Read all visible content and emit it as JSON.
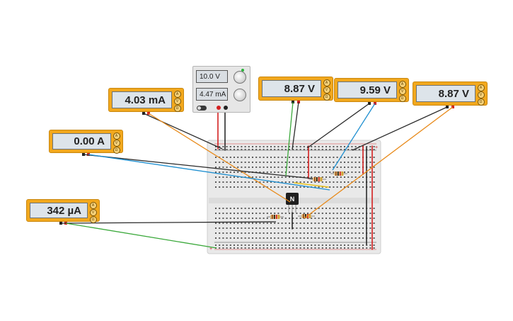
{
  "meters": [
    {
      "id": "ammeter-top-left",
      "reading": "4.03 mA"
    },
    {
      "id": "ammeter-mid-left",
      "reading": "0.00 A"
    },
    {
      "id": "ammeter-bottom-left",
      "reading": "342 µA"
    },
    {
      "id": "voltmeter-1",
      "reading": "8.87 V"
    },
    {
      "id": "voltmeter-2",
      "reading": "9.59 V"
    },
    {
      "id": "voltmeter-3",
      "reading": "8.87 V"
    }
  ],
  "power_supply": {
    "voltage": "10.0 V",
    "current": "4.47 mA"
  },
  "transistor": {
    "label": "N"
  },
  "colors": {
    "meter_body": "#f2a81d",
    "wire_black": "#2b2b2b",
    "wire_orange": "#e88a1a",
    "wire_blue": "#1e8fd0",
    "wire_green": "#3aa83a",
    "wire_red": "#d42020",
    "wire_yellow": "#e8c21a"
  }
}
